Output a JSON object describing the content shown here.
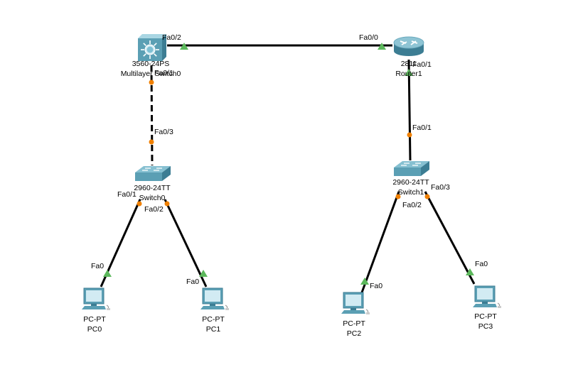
{
  "colors": {
    "link": "#000000",
    "port_up": "#5cb85c",
    "port_down": "#f08000",
    "device_body": "#5b9fb4",
    "device_dark": "#3c7d93",
    "device_light": "#a9d6e3"
  },
  "devices": [
    {
      "id": "mls",
      "type": "multilayer-switch",
      "model": "3560-24PS",
      "name": "Multilayer Switch0"
    },
    {
      "id": "router",
      "type": "router",
      "model": "2811",
      "name": "Router1"
    },
    {
      "id": "sw0",
      "type": "switch",
      "model": "2960-24TT",
      "name": "Switch0"
    },
    {
      "id": "sw1",
      "type": "switch",
      "model": "2960-24TT",
      "name": "Switch1"
    },
    {
      "id": "pc0",
      "type": "pc",
      "model": "PC-PT",
      "name": "PC0"
    },
    {
      "id": "pc1",
      "type": "pc",
      "model": "PC-PT",
      "name": "PC1"
    },
    {
      "id": "pc2",
      "type": "pc",
      "model": "PC-PT",
      "name": "PC2"
    },
    {
      "id": "pc3",
      "type": "pc",
      "model": "PC-PT",
      "name": "PC3"
    }
  ],
  "links": [
    {
      "from": "mls",
      "from_port": "Fa0/2",
      "from_status": "up",
      "to": "router",
      "to_port": "Fa0/0",
      "to_status": "up",
      "style": "solid"
    },
    {
      "from": "mls",
      "from_port": "Fa0/1",
      "from_status": "down",
      "to": "sw0",
      "to_port": "Fa0/3",
      "to_status": "down",
      "style": "dashed"
    },
    {
      "from": "router",
      "from_port": "Fa0/1",
      "from_status": "up",
      "to": "sw1",
      "to_port": "Fa0/1",
      "to_status": "down",
      "style": "solid"
    },
    {
      "from": "sw0",
      "from_port": "Fa0/1",
      "from_status": "down",
      "to": "pc0",
      "to_port": "Fa0",
      "to_status": "up",
      "style": "solid"
    },
    {
      "from": "sw0",
      "from_port": "Fa0/2",
      "from_status": "down",
      "to": "pc1",
      "to_port": "Fa0",
      "to_status": "up",
      "style": "solid"
    },
    {
      "from": "sw1",
      "from_port": "Fa0/2",
      "from_status": "down",
      "to": "pc2",
      "to_port": "Fa0",
      "to_status": "up",
      "style": "solid"
    },
    {
      "from": "sw1",
      "from_port": "Fa0/3",
      "from_status": "down",
      "to": "pc3",
      "to_port": "Fa0",
      "to_status": "up",
      "style": "solid"
    }
  ]
}
